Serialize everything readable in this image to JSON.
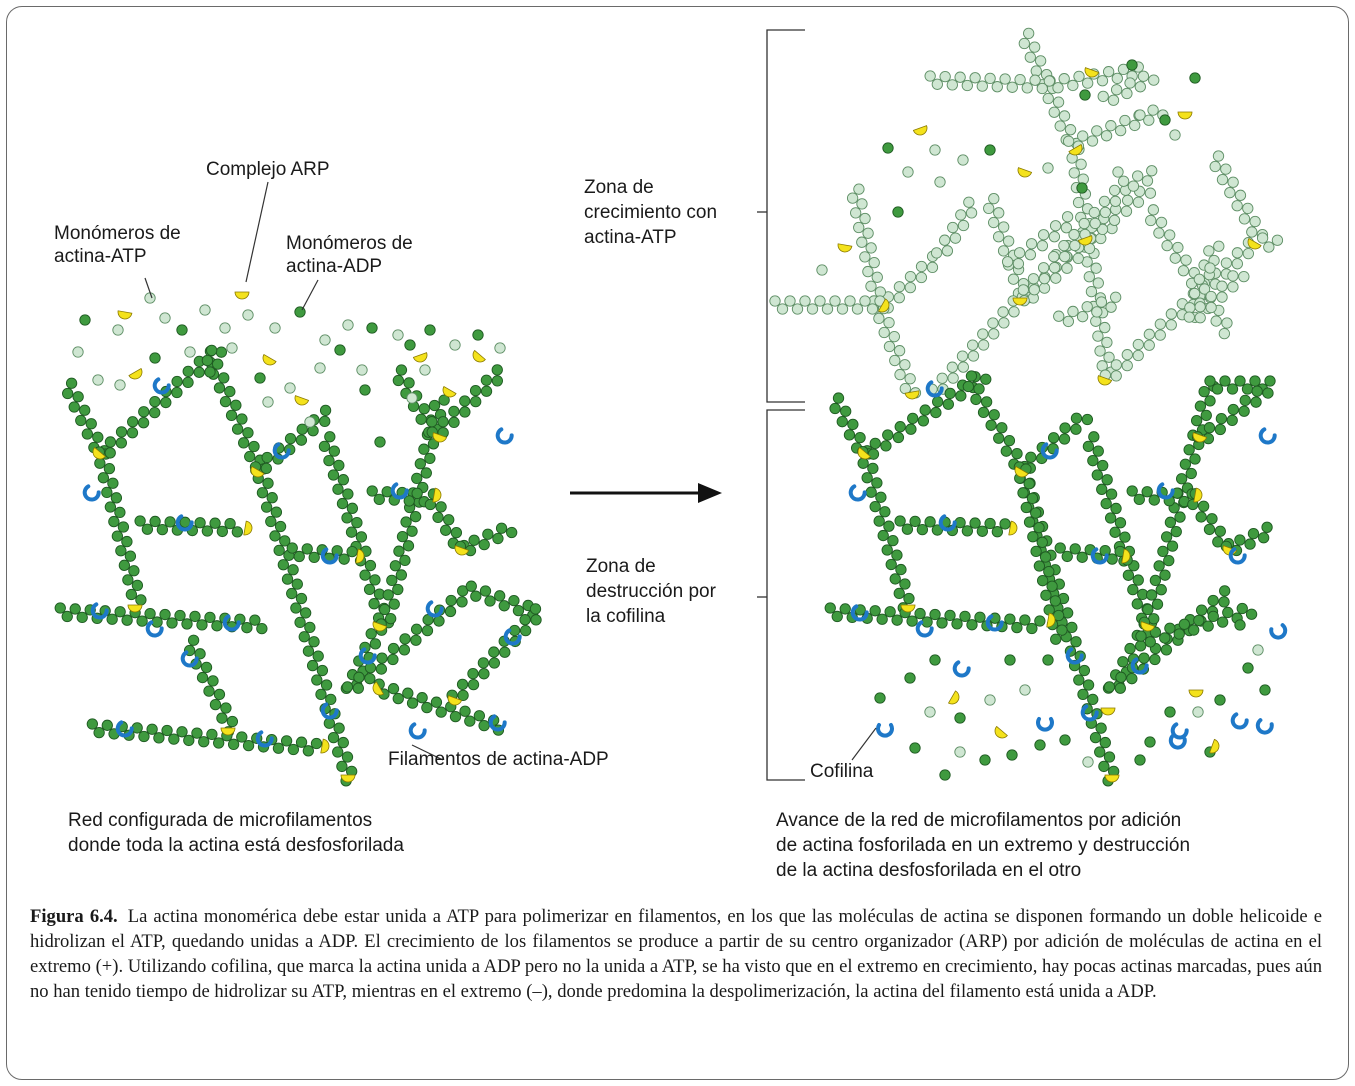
{
  "labels": {
    "arp_complex": "Complejo ARP",
    "atp_monomers": [
      "Monómeros de",
      "actina-ATP"
    ],
    "adp_monomers": [
      "Monómeros de",
      "actina-ADP"
    ],
    "adp_filaments": "Filamentos de actina-ADP",
    "growth_zone": [
      "Zona de",
      "crecimiento con",
      "actina-ATP"
    ],
    "destruction_zone": [
      "Zona de",
      "destrucción por",
      "la cofilina"
    ],
    "cofilin": "Cofilina"
  },
  "panel_captions": {
    "left": [
      "Red configurada de microfilamentos",
      "donde toda la actina está desfosforilada"
    ],
    "right": [
      "Avance de la red de microfilamentos por adición",
      "de actina fosforilada en un extremo y destrucción",
      "de la actina desfosforilada en el otro"
    ]
  },
  "figure_caption": {
    "number": "Figura 6.4.",
    "text": "La actina monomérica debe estar unida a ATP para polimerizar en filamentos, en los que las moléculas de actina se disponen formando un doble helicoide e hidrolizan el ATP, quedando unidas a ADP. El crecimiento de los filamentos se produce a partir de su centro organizador (ARP) por adición de moléculas de actina en el extremo (+). Utilizando cofilina, que marca la actina unida a ADP pero no la unida a ATP, se ha visto que en el extremo en crecimiento, hay pocas actinas marcadas, pues aún no han tenido tiempo de hidrolizar su ATP, mientras en el extremo (–), donde predomina la despolimerización, la actina del filamento está unida a ADP."
  },
  "colors": {
    "actin_adp": "#3f9a3f",
    "actin_adp_edge": "#1f5a22",
    "actin_atp": "#cfe6d2",
    "actin_atp_edge": "#5f8f66",
    "arp_complex": "#f4e21c",
    "cofilin": "#1e78c8",
    "frame": "#6a6a6a"
  },
  "icons": [
    "arrow-right-icon",
    "zone-bracket-icon",
    "arp-complex-icon",
    "cofilin-icon",
    "actin-monomer-icon"
  ]
}
